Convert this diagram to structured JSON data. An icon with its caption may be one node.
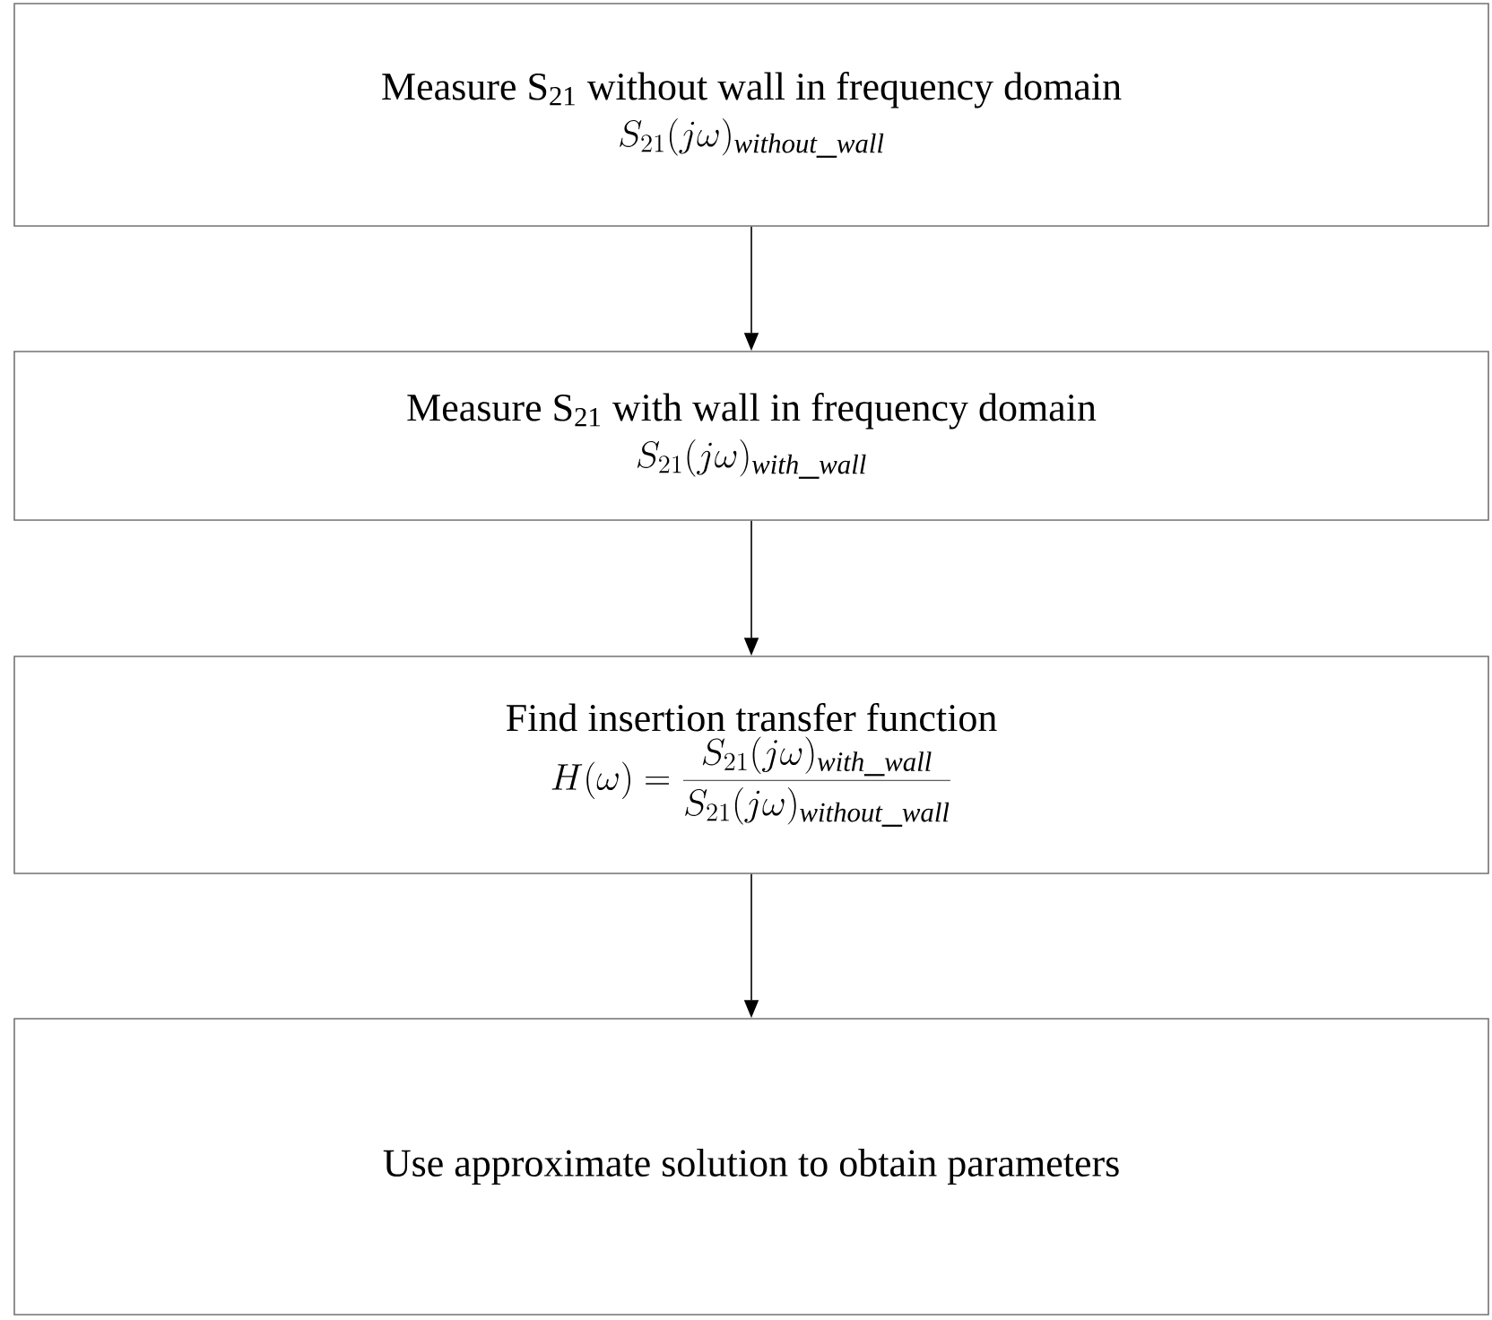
{
  "diagram": {
    "nodes": [
      {
        "text": [
          "Measure S$_{21}$ without wall in frequency domain",
          "S_{21}(j\\omega)_{\\mathit{without\\_wall}}"
        ]
      },
      {
        "text": [
          "Measure S$_{21}$ with wall in frequency domain",
          "S_{21}(j\\omega)_{\\mathit{with\\_wall}}"
        ]
      },
      {
        "text": [
          "Find insertion transfer function",
          "H(\\omega)=\\frac{S_{21}(j\\omega)_{\\mathit{with\\_wall}}}{S_{21}(j\\omega)_{\\mathit{without\\_wall}}}"
        ]
      },
      {
        "text": [
          "Use approximate solution to obtain parameters"
        ]
      }
    ],
    "edges": [
      {
        "from": 0,
        "to": 1,
        "arrow": "to"
      },
      {
        "from": 1,
        "to": 2,
        "arrow": "to"
      },
      {
        "from": 2,
        "to": 3,
        "arrow": "to"
      }
    ]
  }
}
